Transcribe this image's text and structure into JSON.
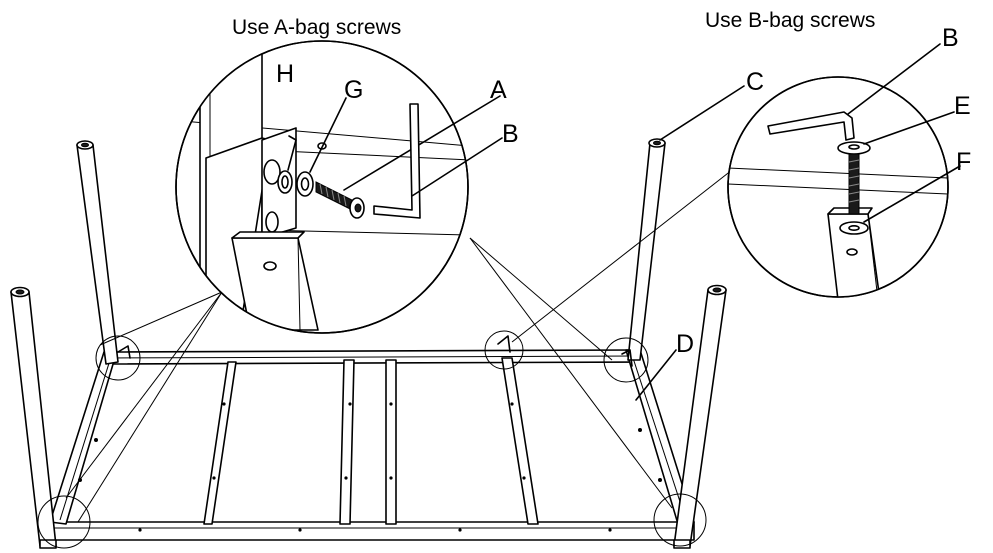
{
  "headers": {
    "a_bag": "Use A-bag screws",
    "b_bag": "Use B-bag screws"
  },
  "labels": {
    "A": "A",
    "B_left": "B",
    "B_right": "B",
    "C": "C",
    "D": "D",
    "E": "E",
    "F": "F",
    "G": "G",
    "H": "H"
  },
  "colors": {
    "line": "#000000",
    "background": "#ffffff",
    "part_shade": "#cfcfcf"
  }
}
